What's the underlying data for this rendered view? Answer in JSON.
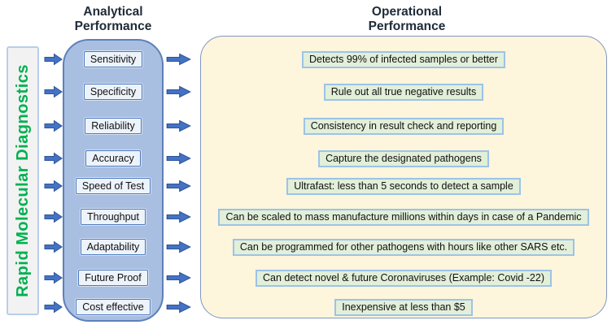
{
  "headers": {
    "analytical": "Analytical Performance",
    "operational": "Operational Performance"
  },
  "side_label": "Rapid Molecular Diagnostics",
  "rows": [
    {
      "analytical": "Sensitivity",
      "operational": "Detects 99% of infected samples or better"
    },
    {
      "analytical": "Specificity",
      "operational": "Rule out all true negative results"
    },
    {
      "analytical": "Reliability",
      "operational": "Consistency in result check and reporting"
    },
    {
      "analytical": "Accuracy",
      "operational": "Capture the designated pathogens"
    },
    {
      "analytical": "Speed of Test",
      "operational": "Ultrafast: less than 5 seconds to detect a sample"
    },
    {
      "analytical": "Throughput",
      "operational": "Can be scaled to mass manufacture millions within days in case of a Pandemic"
    },
    {
      "analytical": "Adaptability",
      "operational": "Can be programmed for other pathogens with hours like other SARS etc."
    },
    {
      "analytical": "Future Proof",
      "operational": "Can detect novel & future Coronaviruses (Example: Covid -22)"
    },
    {
      "analytical": "Cost effective",
      "operational": "Inexpensive at less than $5"
    }
  ],
  "icons": {
    "row_connector": "arrow-right-icon"
  },
  "colors": {
    "side_label_green": "#00b050",
    "side_label_fill": "#f2f2f2",
    "analytical_panel_fill": "#a9bfe1",
    "analytical_panel_border": "#5d80ba",
    "analytical_box_fill": "#edf3fb",
    "analytical_box_border": "#4d79bd",
    "operational_panel_fill": "#fdf5dc",
    "operational_panel_border": "#8097c1",
    "operational_box_fill": "#e2efd9",
    "operational_box_border": "#9dc3e6",
    "arrow_fill": "#4472c4",
    "arrow_stroke": "#2f5597",
    "heading_text": "#1f2a38"
  }
}
